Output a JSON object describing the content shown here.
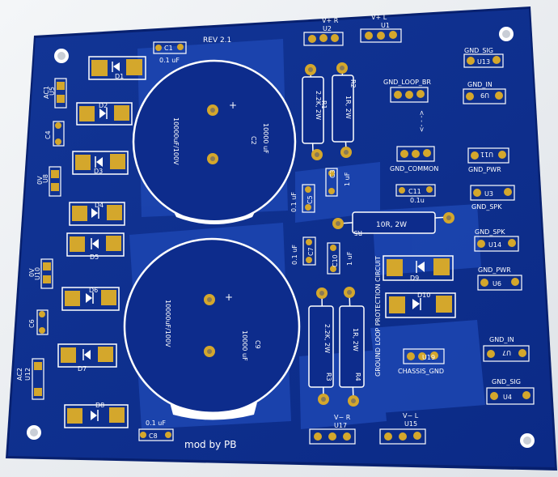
{
  "board": {
    "revision": "REV 2.1",
    "credit": "mod by PB",
    "protection_title": "GROUND LOOP PROTECTION CIRCUIT",
    "colors": {
      "substrate": "#0d2c8c",
      "copper": "#1a3fa8",
      "pad": "#d4a72c",
      "silk": "#ffffff",
      "mask_edge": "#0a1f66"
    }
  },
  "capacitors": {
    "c2": {
      "ref": "C2",
      "value": "10000 uF",
      "rating": "10000uF/100V"
    },
    "c9": {
      "ref": "C9",
      "value": "10000 uF",
      "rating": "10000uF/100V"
    },
    "c1": {
      "ref": "C1",
      "value": "0.1 uF"
    },
    "c8": {
      "ref": "C8",
      "value": "0.1 uF"
    },
    "c3": {
      "ref": "C3",
      "value": "1 uF"
    },
    "c5": {
      "ref": "C5",
      "value": "0.1 uF"
    },
    "c7": {
      "ref": "C7",
      "value": "0.1 uF"
    },
    "c10": {
      "ref": "C10",
      "value": "1 uF"
    },
    "c4": {
      "ref": "C4"
    },
    "c6": {
      "ref": "C6"
    },
    "c11": {
      "ref": "C11",
      "value": "0.1u"
    },
    "plus": "+"
  },
  "resistors": {
    "r1": {
      "ref": "R1",
      "value": "2.2K, 2W"
    },
    "r2": {
      "ref": "R2",
      "value": "1R, 2W"
    },
    "r3": {
      "ref": "R3",
      "value": "2.2K, 2W"
    },
    "r4": {
      "ref": "R4",
      "value": "1R, 2W"
    },
    "r5": {
      "ref": "R5",
      "value": "10R, 2W"
    }
  },
  "diodes": [
    "D1",
    "D2",
    "D3",
    "D4",
    "D5",
    "D6",
    "D7",
    "D8",
    "D9",
    "D10"
  ],
  "connectors": {
    "ac1": {
      "label": "AC1",
      "ref": "U5"
    },
    "zero_v_top": {
      "label": "0V",
      "ref": "U8"
    },
    "zero_v_bottom": {
      "label": "0V",
      "ref": "U10"
    },
    "ac2": {
      "label": "AC2",
      "ref": "U12"
    },
    "vplus_r": {
      "label": "V+ R",
      "ref": "U2"
    },
    "vplus_l": {
      "label": "V+ L",
      "ref": "U1"
    },
    "vminus_r": {
      "label": "V− R",
      "ref": "U17"
    },
    "vminus_l": {
      "label": "V− L",
      "ref": "U15"
    },
    "gnd_loop_br": {
      "label": "GND_LOOP_BR"
    },
    "gnd_common": {
      "label": "GND_COMMON"
    },
    "chassis_gnd": {
      "label": "CHASSIS_GND",
      "ref": "U19"
    },
    "gnd_sig_top": {
      "label": "GND_SIG",
      "ref": "U13"
    },
    "gnd_in_top": {
      "label": "GND_IN",
      "ref": "U9"
    },
    "gnd_pwr_top": {
      "label": "GND_PWR",
      "ref": "U11"
    },
    "gnd_spk_top": {
      "label": "GND_SPK",
      "ref": "U3"
    },
    "gnd_spk_bottom": {
      "label": "GND_SPK",
      "ref": "U14"
    },
    "gnd_pwr_bottom": {
      "label": "GND_PWR",
      "ref": "U6"
    },
    "gnd_in_bottom": {
      "label": "GND_IN",
      "ref": "U7"
    },
    "gnd_sig_bottom": {
      "label": "GND_SIG",
      "ref": "U4"
    }
  },
  "arrow_glyph": "<- - ->"
}
